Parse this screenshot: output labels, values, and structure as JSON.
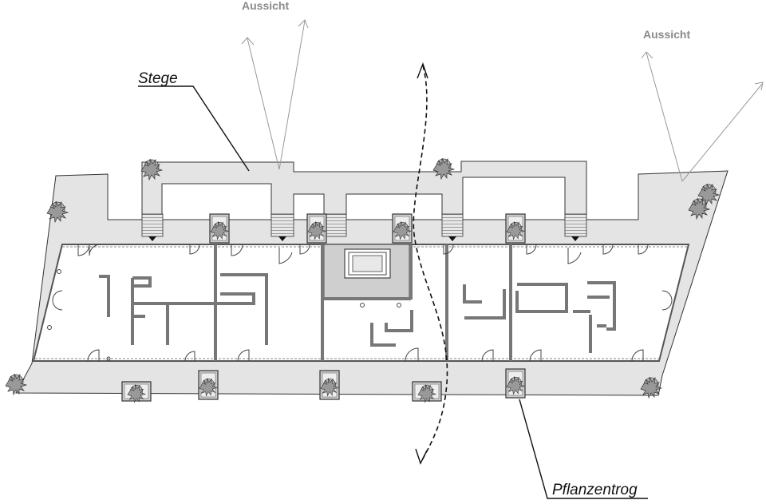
{
  "labels": {
    "view_1": "Aussicht",
    "view_2": "Aussicht",
    "walkways": "Stege",
    "planter": "Pflanzentrog"
  },
  "colors": {
    "terrace_fill": "#e4e4e4",
    "wall": "#777777",
    "line": "#333333",
    "view_line": "#999999"
  },
  "icons": [
    "stair-arrow-icon",
    "plant-icon",
    "view-arrow-icon",
    "door-swing-icon"
  ]
}
